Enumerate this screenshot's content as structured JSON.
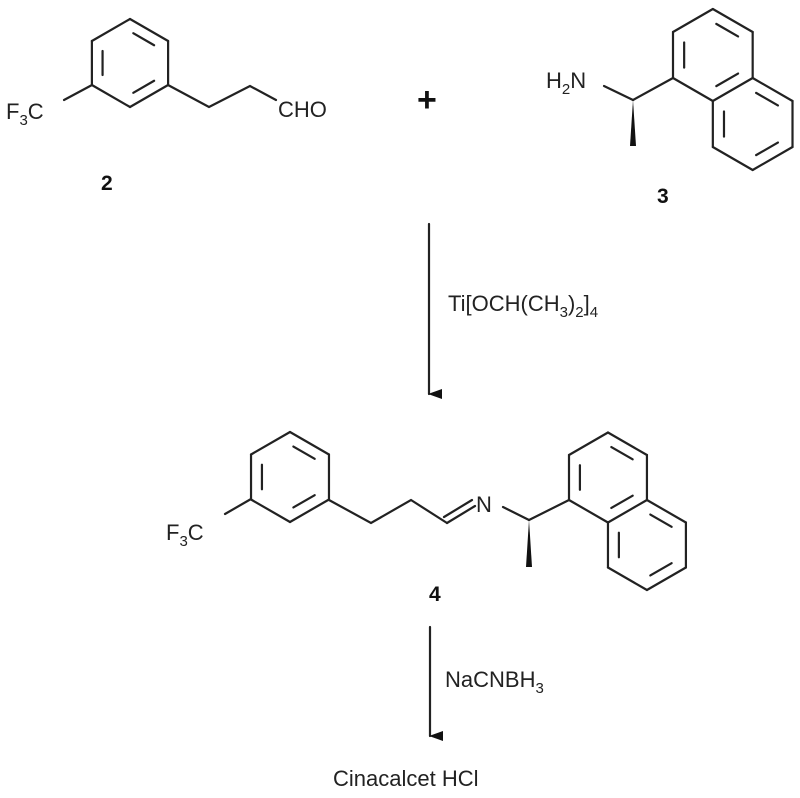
{
  "compound_2": {
    "label": "2",
    "substituent": {
      "a": "F",
      "sub": "3",
      "b": "C"
    },
    "aldehyde": "CHO"
  },
  "plus": "+",
  "compound_3": {
    "label": "3",
    "amine": {
      "a": "H",
      "sub": "2",
      "b": "N"
    }
  },
  "step_1": {
    "reagent": {
      "a": "Ti[OCH(CH",
      "sub1": "3",
      "b": ")",
      "sub2": "2",
      "c": "]",
      "sub3": "4"
    }
  },
  "compound_4": {
    "label": "4",
    "substituent": {
      "a": "F",
      "sub": "3",
      "b": "C"
    },
    "imine_n": "N"
  },
  "step_2": {
    "reagent": {
      "a": "NaCNBH",
      "sub": "3"
    }
  },
  "product": "Cinacalcet HCl",
  "colors": {
    "ink": "#222222",
    "background": "#ffffff"
  }
}
